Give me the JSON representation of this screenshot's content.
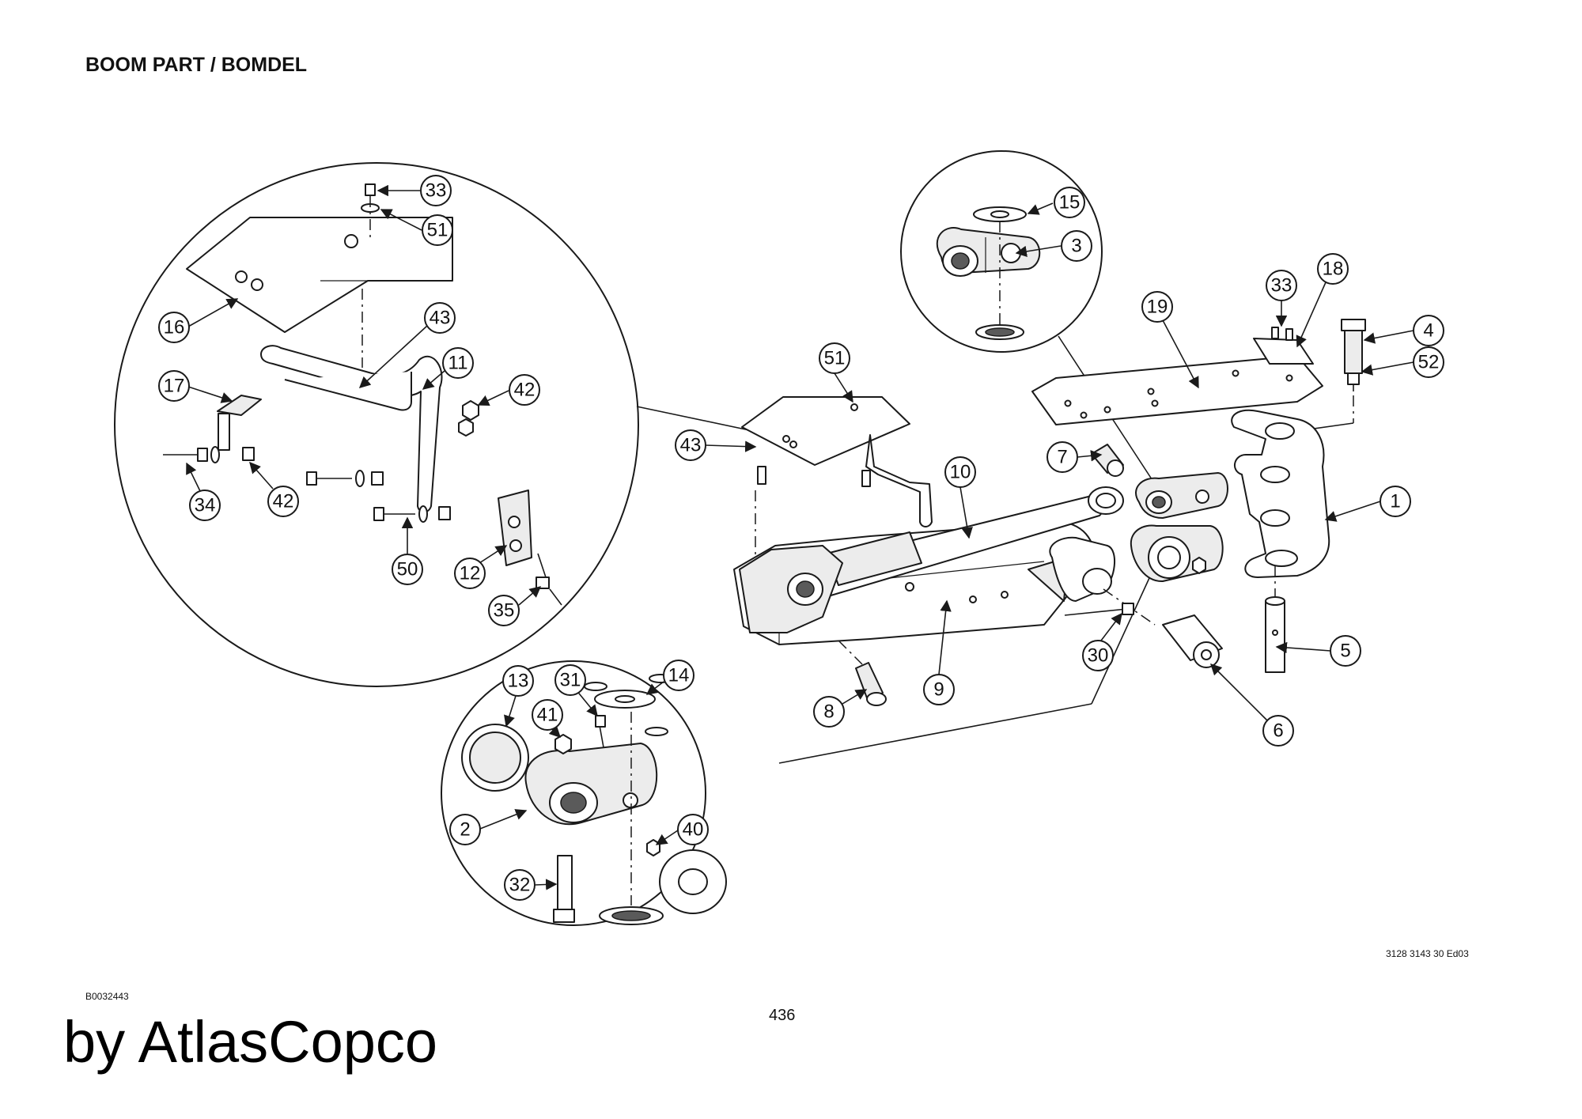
{
  "header": {
    "title": "BOOM PART / BOMDEL"
  },
  "footer": {
    "drawing_id": "B0032443",
    "page_number": "436",
    "edition_code": "3128 3143 30 Ed03",
    "watermark": "by AtlasCopco"
  },
  "detail_top_right": {
    "callouts": [
      "15",
      "3"
    ]
  },
  "detail_left": {
    "callouts": [
      "33",
      "51",
      "16",
      "43",
      "11",
      "42",
      "17",
      "42",
      "34",
      "50",
      "12",
      "35"
    ]
  },
  "detail_bottom": {
    "callouts": [
      "13",
      "31",
      "14",
      "41",
      "2",
      "40",
      "32"
    ]
  },
  "main_assembly": {
    "callouts": [
      "51",
      "43",
      "10",
      "7",
      "19",
      "33",
      "18",
      "4",
      "52",
      "1",
      "9",
      "8",
      "30",
      "5",
      "6"
    ]
  }
}
